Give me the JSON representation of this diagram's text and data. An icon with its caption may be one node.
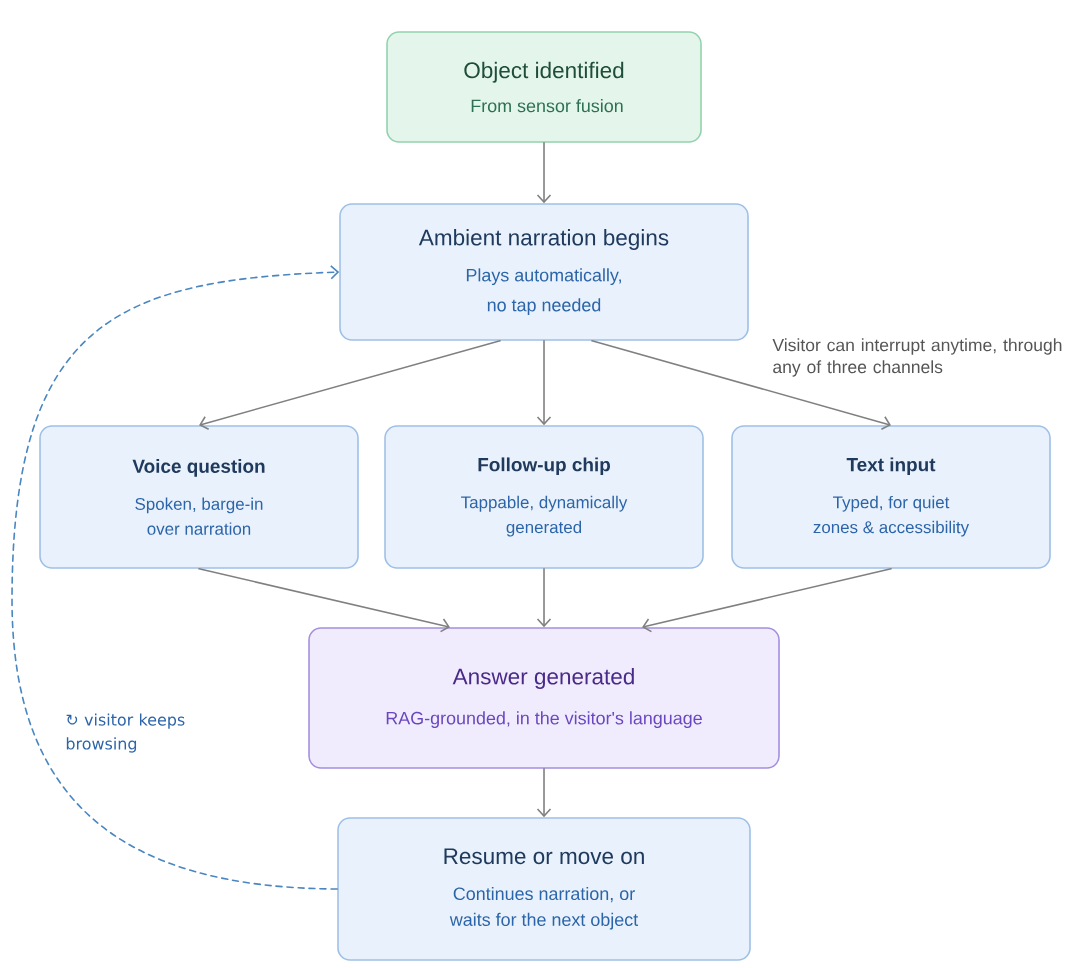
{
  "diagram": {
    "nodes": [
      {
        "text": [
          "Object identified",
          "From sensor fusion"
        ]
      },
      {
        "text": [
          "Ambient narration begins",
          "Plays automatically, no tap needed"
        ]
      },
      {
        "text": [
          "Voice question",
          "Spoken, barge-in over narration"
        ]
      },
      {
        "text": [
          "Follow-up chip",
          "Tappable, dynamically generated"
        ]
      },
      {
        "text": [
          "Text input",
          "Typed, for quiet zones & accessibility"
        ]
      },
      {
        "text": [
          "Answer generated",
          "RAG-grounded, in the visitor's language"
        ]
      },
      {
        "text": [
          "Resume or move on",
          "Continues narration, or waits for the next object"
        ]
      }
    ],
    "edges": [
      {
        "from": 0,
        "to": 1,
        "arrow": "to"
      },
      {
        "from": 1,
        "to": 2,
        "arrow": "to"
      },
      {
        "from": 1,
        "to": 3,
        "arrow": "to"
      },
      {
        "from": 1,
        "to": 4,
        "arrow": "to"
      },
      {
        "from": 2,
        "to": 5,
        "arrow": "to"
      },
      {
        "from": 3,
        "to": 5,
        "arrow": "to"
      },
      {
        "from": 4,
        "to": 5,
        "arrow": "to"
      },
      {
        "from": 5,
        "to": 6,
        "arrow": "to"
      },
      {
        "from": 6,
        "to": 1,
        "arrow": "to",
        "label": "↻ visitor keeps browsing",
        "style": "dashed",
        "color": "#4a86c0"
      }
    ],
    "labels": [
      "Visitor can interrupt anytime, through any of three channels"
    ]
  }
}
